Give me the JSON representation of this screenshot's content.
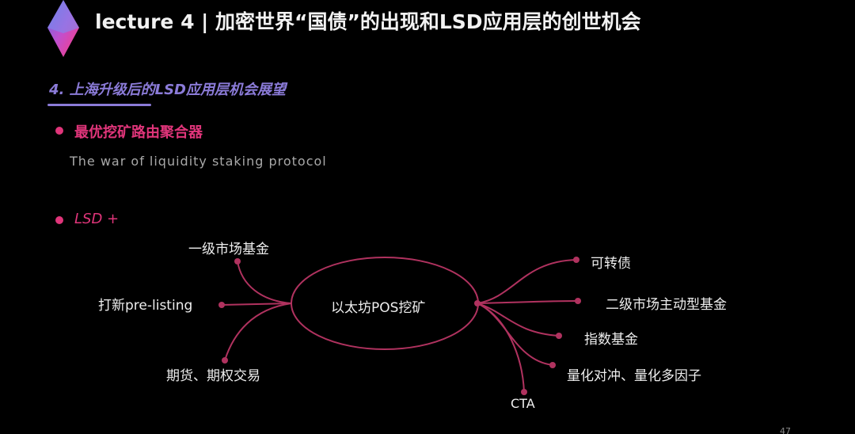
{
  "title": "lecture 4 | 加密世界“国债”的出现和LSD应用层的创世机会",
  "section": "4. 上海升级后的LSD应用层机会展望",
  "bullets": [
    {
      "label": "最优挖矿路由聚合器",
      "subtitle": "The war of liquidity staking protocol"
    },
    {
      "label": "LSD +"
    }
  ],
  "diagram": {
    "center": "以太坊POS挖矿",
    "left_nodes": [
      "一级市场基金",
      "打新pre-listing",
      "期货、期权交易"
    ],
    "right_nodes": [
      "可转债",
      "二级市场主动型基金",
      "指数基金",
      "量化对冲、量化多因子",
      "CTA"
    ]
  },
  "page_number": "47",
  "colors": {
    "accent": "#e0357a",
    "section": "#8b7bd8",
    "line": "#b0325f"
  }
}
